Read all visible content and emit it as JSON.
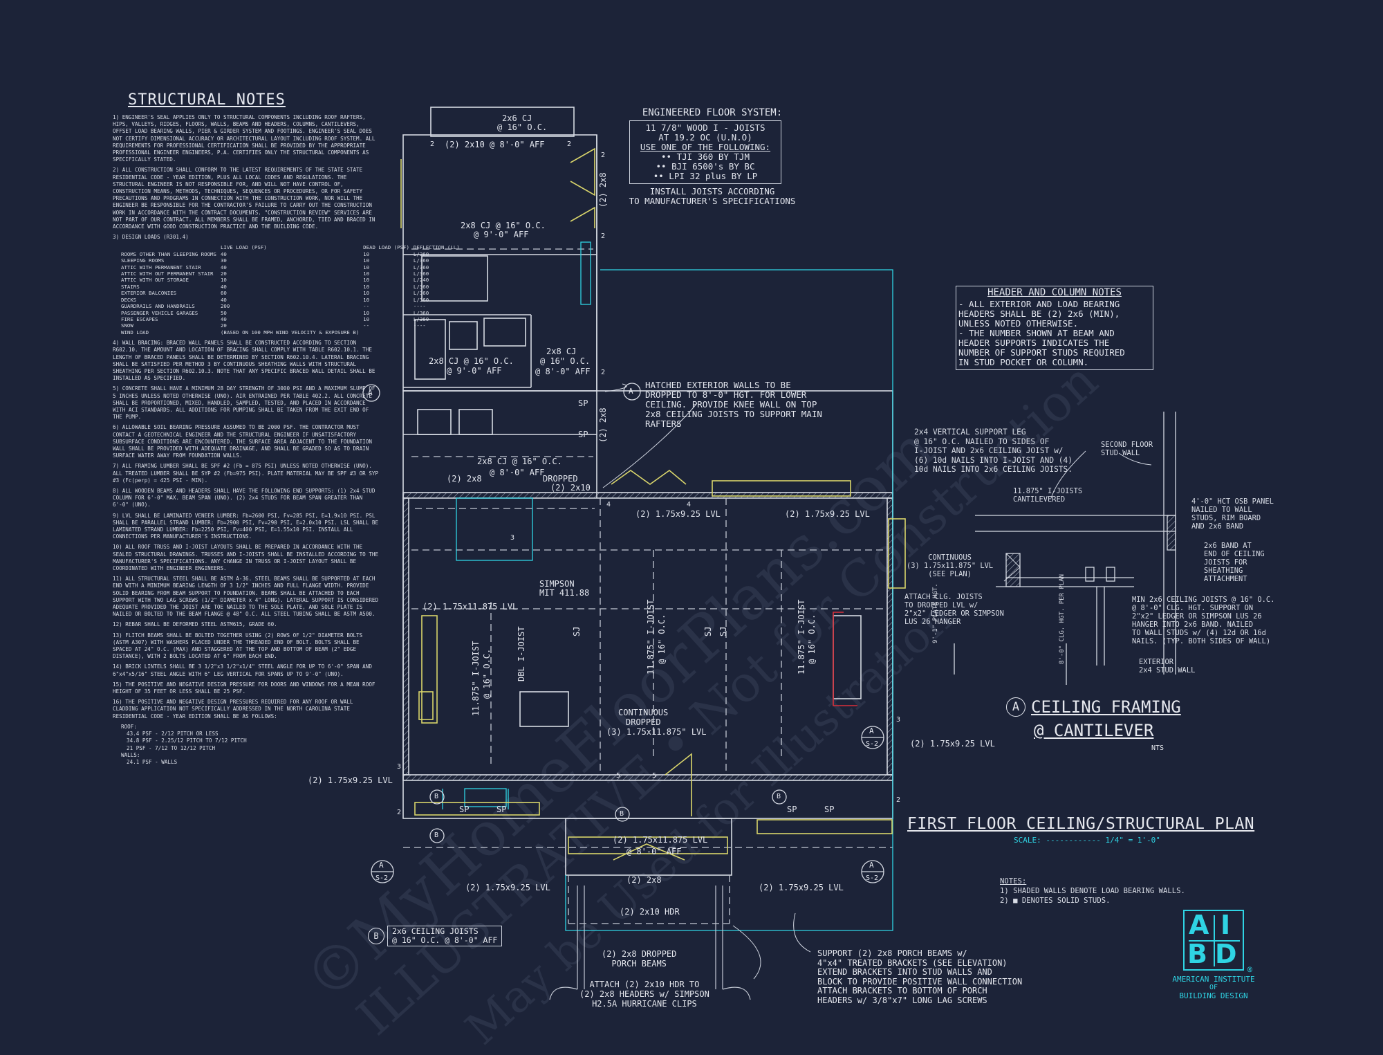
{
  "structural_notes": {
    "title": "STRUCTURAL NOTES",
    "items": [
      "1) ENGINEER'S SEAL APPLIES ONLY TO STRUCTURAL COMPONENTS INCLUDING ROOF RAFTERS, HIPS, VALLEYS, RIDGES, FLOORS, WALLS, BEAMS AND HEADERS, COLUMNS, CANTILEVERS, OFFSET LOAD BEARING WALLS, PIER & GIRDER SYSTEM AND FOOTINGS. ENGINEER'S SEAL DOES NOT CERTIFY DIMENSIONAL ACCURACY OR ARCHITECTURAL LAYOUT INCLUDING ROOF SYSTEM. ALL REQUIREMENTS FOR PROFESSIONAL CERTIFICATION SHALL BE PROVIDED BY THE APPROPRIATE PROFESSIONAL ENGINEER ENGINEERS, P.A. CERTIFIES ONLY THE STRUCTURAL COMPONENTS AS SPECIFICALLY STATED.",
      "2) ALL CONSTRUCTION SHALL CONFORM TO THE LATEST REQUIREMENTS OF THE STATE STATE RESIDENTIAL CODE - YEAR EDITION, PLUS ALL LOCAL CODES AND REGULATIONS. THE STRUCTURAL ENGINEER IS NOT RESPONSIBLE FOR, AND WILL NOT HAVE CONTROL OF, CONSTRUCTION MEANS, METHODS, TECHNIQUES, SEQUENCES OR PROCEDURES, OR FOR SAFETY PRECAUTIONS AND PROGRAMS IN CONNECTION WITH THE CONSTRUCTION WORK, NOR WILL THE ENGINEER BE RESPONSIBLE FOR THE CONTRACTOR'S FAILURE TO CARRY OUT THE CONSTRUCTION WORK IN ACCORDANCE WITH THE CONTRACT DOCUMENTS. \"CONSTRUCTION REVIEW\" SERVICES ARE NOT PART OF OUR CONTRACT. ALL MEMBERS SHALL BE FRAMED, ANCHORED, TIED AND BRACED IN ACCORDANCE WITH GOOD CONSTRUCTION PRACTICE AND THE BUILDING CODE.",
      "3) DESIGN LOADS (R301.4)"
    ],
    "load_header": [
      "",
      "LIVE LOAD (PSF)",
      "DEAD LOAD (PSF)",
      "DEFLECTION (LL)"
    ],
    "load_rows": [
      [
        "ROOMS OTHER THAN SLEEPING ROOMS",
        "40",
        "10",
        "L/360"
      ],
      [
        "SLEEPING ROOMS",
        "30",
        "10",
        "L/360"
      ],
      [
        "ATTIC WITH PERMANENT STAIR",
        "40",
        "10",
        "L/360"
      ],
      [
        "ATTIC WITH OUT PERMANENT STAIR",
        "20",
        "10",
        "L/360"
      ],
      [
        "ATTIC WITH OUT STORAGE",
        "10",
        "10",
        "L/240"
      ],
      [
        "STAIRS",
        "40",
        "10",
        "L/360"
      ],
      [
        "EXTERIOR BALCONIES",
        "60",
        "10",
        "L/360"
      ],
      [
        "DECKS",
        "40",
        "10",
        "L/360"
      ],
      [
        "GUARDRAILS AND HANDRAILS",
        "200",
        "--",
        "----"
      ],
      [
        "PASSENGER VEHICLE GARAGES",
        "50",
        "10",
        "L/360"
      ],
      [
        "FIRE ESCAPES",
        "40",
        "10",
        "L/360"
      ],
      [
        "SNOW",
        "20",
        "--",
        "----"
      ],
      [
        "WIND LOAD",
        "(BASED ON 100 MPH WIND VELOCITY & EXPOSURE B)",
        "",
        ""
      ]
    ],
    "items_b": [
      "4) WALL BRACING: BRACED WALL PANELS SHALL BE CONSTRUCTED ACCORDING TO SECTION R602.10. THE AMOUNT AND LOCATION OF BRACING SHALL COMPLY WITH TABLE R602.10.1. THE LENGTH OF BRACED PANELS SHALL BE DETERMINED BY SECTION R602.10.4. LATERAL BRACING SHALL BE SATISFIED PER METHOD 3 BY CONTINUOUS SHEATHING WALLS WITH STRUCTURAL SHEATHING PER SECTION R602.10.3. NOTE THAT ANY SPECIFIC BRACED WALL DETAIL SHALL BE INSTALLED AS SPECIFIED.",
      "5) CONCRETE SHALL HAVE A MINIMUM 28 DAY STRENGTH OF 3000 PSI AND A MAXIMUM SLUMP OF 5 INCHES UNLESS NOTED OTHERWISE (UNO). AIR ENTRAINED PER TABLE 402.2. ALL CONCRETE SHALL BE PROPORTIONED, MIXED, HANDLED, SAMPLED, TESTED, AND PLACED IN ACCORDANCE WITH ACI STANDARDS. ALL ADDITIONS FOR PUMPING SHALL BE TAKEN FROM THE EXIT END OF THE PUMP.",
      "6) ALLOWABLE SOIL BEARING PRESSURE ASSUMED TO BE 2000 PSF. THE CONTRACTOR MUST CONTACT A GEOTECHNICAL ENGINEER AND THE STRUCTURAL ENGINEER IF UNSATISFACTORY SUBSURFACE CONDITIONS ARE ENCOUNTERED. THE SURFACE AREA ADJACENT TO THE FOUNDATION WALL SHALL BE PROVIDED WITH ADEQUATE DRAINAGE, AND SHALL BE GRADED SO AS TO DRAIN SURFACE WATER AWAY FROM FOUNDATION WALLS.",
      "7) ALL FRAMING LUMBER SHALL BE SPF #2 (Fb = 875 PSI) UNLESS NOTED OTHERWISE (UNO). ALL TREATED LUMBER SHALL BE SYP #2 (Fb=975 PSI). PLATE MATERIAL MAY BE SPF #3 OR SYP #3 (Fc(perp) = 425 PSI - MIN).",
      "8) ALL WOODEN BEAMS AND HEADERS SHALL HAVE THE FOLLOWING END SUPPORTS: (1) 2x4 STUD COLUMN FOR 6'-0\" MAX. BEAM SPAN (UNO). (2) 2x4 STUDS FOR BEAM SPAN GREATER THAN 6'-0\" (UNO).",
      "9) LVL SHALL BE LAMINATED VENEER LUMBER: Fb=2600 PSI, Fv=285 PSI, E=1.9x10 PSI. PSL SHALL BE PARALLEL STRAND LUMBER: Fb=2900 PSI, Fv=290 PSI, E=2.0x10 PSI. LSL SHALL BE LAMINATED STRAND LUMBER: Fb=2250 PSI, Fv=400 PSI, E=1.55x10 PSI. INSTALL ALL CONNECTIONS PER MANUFACTURER'S INSTRUCTIONS.",
      "10) ALL ROOF TRUSS AND I-JOIST LAYOUTS SHALL BE PREPARED IN ACCORDANCE WITH THE SEALED STRUCTURAL DRAWINGS. TRUSSES AND I-JOISTS SHALL BE INSTALLED ACCORDING TO THE MANUFACTURER'S SPECIFICATIONS. ANY CHANGE IN TRUSS OR I-JOIST LAYOUT SHALL BE COORDINATED WITH ENGINEER ENGINEERS.",
      "11) ALL STRUCTURAL STEEL SHALL BE ASTM A-36. STEEL BEAMS SHALL BE SUPPORTED AT EACH END WITH A MINIMUM BEARING LENGTH OF 3 1/2\" INCHES AND FULL FLANGE WIDTH. PROVIDE SOLID BEARING FROM BEAM SUPPORT TO FOUNDATION. BEAMS SHALL BE ATTACHED TO EACH SUPPORT WITH TWO LAG SCREWS (1/2\" DIAMETER x 4\" LONG). LATERAL SUPPORT IS CONSIDERED ADEQUATE PROVIDED THE JOIST ARE TOE NAILED TO THE SOLE PLATE, AND SOLE PLATE IS NAILED OR BOLTED TO THE BEAM FLANGE @ 48\" O.C. ALL STEEL TUBING SHALL BE ASTM A500.",
      "12) REBAR SHALL BE DEFORMED STEEL ASTM615, GRADE 60.",
      "13) FLITCH BEAMS SHALL BE BOLTED TOGETHER USING (2) ROWS OF 1/2\" DIAMETER BOLTS (ASTM A307) WITH WASHERS PLACED UNDER THE THREADED END OF BOLT. BOLTS SHALL BE SPACED AT 24\" O.C. (MAX) AND STAGGERED AT THE TOP AND BOTTOM OF BEAM (2\" EDGE DISTANCE), WITH 2 BOLTS LOCATED AT 6\" FROM EACH END.",
      "14) BRICK LINTELS SHALL BE 3 1/2\"x3 1/2\"x1/4\" STEEL ANGLE FOR UP TO 6'-0\" SPAN AND 6\"x4\"x5/16\" STEEL ANGLE WITH 6\" LEG VERTICAL FOR SPANS UP TO 9'-0\" (UNO).",
      "15) THE POSITIVE AND NEGATIVE DESIGN PRESSURE FOR DOORS AND WINDOWS FOR A MEAN ROOF HEIGHT OF 35 FEET OR LESS SHALL BE 25 PSF.",
      "16) THE POSITIVE AND NEGATIVE DESIGN PRESSURES REQUIRED FOR ANY ROOF OR WALL CLADDING APPLICATION NOT SPECIFICALLY ADDRESSED IN THE NORTH CAROLINA STATE RESIDENTIAL CODE - YEAR EDITION SHALL BE AS FOLLOWS:"
    ],
    "roof_label": "ROOF:",
    "roof_rows": [
      "43.4 PSF - 2/12 PITCH OR LESS",
      "34.8 PSF - 2.25/12 PITCH TO 7/12 PITCH",
      "21 PSF - 7/12 TO 12/12 PITCH"
    ],
    "walls_label": "WALLS:",
    "walls_rows": [
      "24.1 PSF - WALLS"
    ]
  },
  "floor_system": {
    "title": "ENGINEERED FLOOR SYSTEM:",
    "lines": [
      "11 7/8\" WOOD I - JOISTS",
      "AT 19.2 OC (U.N.O)"
    ],
    "use_line": "USE ONE OF THE FOLLOWING:",
    "options": [
      "•• TJI 360 BY TJM",
      "•• BJI 6500's BY BC",
      "•• LPI 32 plus BY LP"
    ],
    "install": [
      "INSTALL JOISTS ACCORDING",
      "TO MANUFACTURER'S SPECIFICATIONS"
    ]
  },
  "header_notes": {
    "title": "HEADER AND COLUMN NOTES",
    "lines": [
      "- ALL EXTERIOR AND LOAD BEARING",
      "HEADERS SHALL BE (2) 2x6 (MIN),",
      "UNLESS NOTED OTHERWISE.",
      "- THE NUMBER SHOWN AT BEAM AND",
      "HEADER SUPPORTS INDICATES THE",
      "NUMBER OF SUPPORT STUDS REQUIRED",
      "IN STUD POCKET OR COLUMN."
    ]
  },
  "hatched_note": [
    "HATCHED EXTERIOR WALLS TO BE",
    "DROPPED TO 8'-0\" HGT. FOR LOWER",
    "CEILING. PROVIDE KNEE WALL ON TOP",
    "2x8 CEILING JOISTS TO SUPPORT MAIN",
    "RAFTERS"
  ],
  "detail_a": {
    "vertical_leg": [
      "2x4 VERTICAL SUPPORT LEG",
      "@ 16\" O.C. NAILED TO SIDES OF",
      "I-JOIST AND 2x6 CEILING JOIST w/",
      "(6) 10d NAILS INTO I-JOIST AND (4)",
      "10d NAILS INTO 2x6 CEILING JOISTS."
    ],
    "second_floor": [
      "SECOND FLOOR",
      "STUD WALL"
    ],
    "ijoists": [
      "11.875\" I-JOISTS",
      "CANTILEVERED"
    ],
    "osb": [
      "4'-0\" HCT OSB PANEL",
      "NAILED TO WALL",
      "STUDS, RIM BOARD",
      "AND 2x6 BAND"
    ],
    "band": [
      "2x6 BAND AT",
      "END OF CEILING",
      "JOISTS FOR",
      "SHEATHING",
      "ATTACHMENT"
    ],
    "continuous": [
      "CONTINUOUS",
      "(3) 1.75x11.875\" LVL",
      "(SEE PLAN)"
    ],
    "attach": [
      "ATTACH CLG. JOISTS",
      "TO DROPPED LVL w/",
      "2\"x2\" LEDGER OR SIMPSON",
      "LUS 26 HANGER"
    ],
    "min_ceiling": [
      "MIN 2x6 CEILING JOISTS @ 16\" O.C.",
      "@ 8'-0\" CLG. HGT. SUPPORT ON",
      "2\"x2\" LEDGER OR SIMPSON LUS 26",
      "HANGER INTO 2x6 BAND. NAILED",
      "TO WALL STUDS w/ (4) 12d OR 16d",
      "NAILS. (TYP. BOTH SIDES OF WALL)"
    ],
    "exterior": [
      "EXTERIOR",
      "2x4 STUD WALL"
    ],
    "plate_hgt": "9'-1\" PLATE HGT.",
    "clg_hgt": "8'-0\" CLG. HGT. PER PLAN",
    "callout": "A",
    "title_1": "CEILING FRAMING",
    "title_2": "@ CANTILEVER",
    "nts": "NTS"
  },
  "plan_title": {
    "title": "FIRST FLOOR CEILING/STRUCTURAL PLAN",
    "scale": "SCALE: ------------ 1/4\" = 1'-0\""
  },
  "notes_bottom": {
    "title": "NOTES:",
    "lines": [
      "1) SHADED WALLS DENOTE LOAD BEARING WALLS.",
      "2) ■ DENOTES SOLID STUDS."
    ]
  },
  "logo": {
    "letters": [
      "A",
      "I",
      "B",
      "D"
    ],
    "reg": "®",
    "lines": [
      "AMERICAN INSTITUTE",
      "OF",
      "BUILDING DESIGN"
    ]
  },
  "bottom_notes": {
    "joists_tag": "B",
    "joists": [
      "2x6 CEILING JOISTS",
      "@ 16\" O.C. @ 8'-0\" AFF"
    ],
    "dropped": [
      "(2) 2x8 DROPPED",
      "PORCH BEAMS"
    ],
    "attach": [
      "ATTACH (2) 2x10 HDR TO",
      "(2) 2x8 HEADERS w/ SIMPSON",
      "H2.5A HURRICANE CLIPS"
    ],
    "support": [
      "SUPPORT (2) 2x8 PORCH BEAMS w/",
      "4\"x4\" TREATED BRACKETS (SEE ELEVATION)",
      "EXTEND BRACKETS INTO STUD WALLS AND",
      "BLOCK TO PROVIDE POSITIVE WALL CONNECTION",
      "ATTACH BRACKETS TO BOTTOM OF PORCH",
      "HEADERS w/ 3/8\"x7\" LONG LAG SCREWS"
    ]
  },
  "plan_labels": {
    "cj_top": [
      "2x6 CJ",
      "@ 16\" O.C."
    ],
    "hdr_top": "(2) 2x10 @ 8'-0\" AFF",
    "v_2x8": "(2) 2x8",
    "cj_mid": [
      "2x8 CJ @ 16\" O.C.",
      "@ 9'-0\" AFF"
    ],
    "cj_left": [
      "2x8 CJ @ 16\" O.C.",
      "@ 9'-0\" AFF"
    ],
    "cj_box": [
      "2x8 CJ",
      "@ 16\" O.C.",
      "@ 8'-0\" AFF"
    ],
    "sp": "SP",
    "cj_lower": [
      "2x8 CJ @ 16\" O.C.",
      "@ 8'-0\" AFF"
    ],
    "two_2x8": "(2) 2x8",
    "dropped": [
      "DROPPED",
      "(2) 2x10"
    ],
    "lvl_925": "(2) 1.75x9.25 LVL",
    "lvl_11875": "(2) 1.75x11.875 LVL",
    "simpson": [
      "SIMPSON",
      "MIT 411.88"
    ],
    "ijoist_11875": "11.875\" I-JOIST",
    "oc16": "@ 16\" O.C.",
    "dbl": "DBL I-JOIST",
    "sj": "SJ",
    "continuous": [
      "CONTINUOUS",
      "DROPPED",
      "(3) 1.75x11.875\" LVL"
    ],
    "porch_lvl": "(2) 1.75x11.875 LVL",
    "porch_aff": "@ 8'-0\" AFF",
    "porch_2x8": "(2) 2x8",
    "porch_hdr": "(2) 2x10 HDR",
    "cut_a": "A",
    "cut_s2": "S-2",
    "cut_b": "B",
    "studs": [
      "2",
      "3",
      "4",
      "5"
    ]
  },
  "watermark": [
    "©MyHomeFloorPlans.com",
    "ILLUSTRATIVE • Not for Construction",
    "May be Used for Illustration"
  ]
}
